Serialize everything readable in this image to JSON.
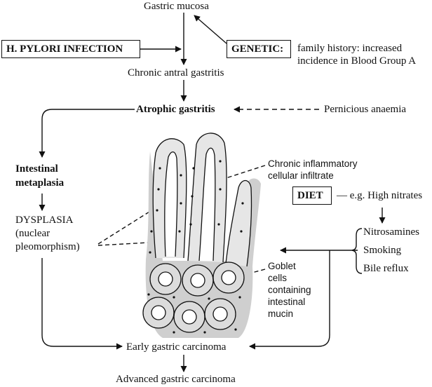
{
  "nodes": {
    "gastric_mucosa": "Gastric mucosa",
    "h_pylori": "H. PYLORI INFECTION",
    "genetic": "GENETIC:",
    "genetic_note_line1": "family history: increased",
    "genetic_note_line2": "incidence in Blood Group A",
    "chronic_antral": "Chronic antral gastritis",
    "atrophic": "Atrophic gastritis",
    "pernicious": "Pernicious anaemia",
    "intestinal_line1": "Intestinal",
    "intestinal_line2": "metaplasia",
    "dysplasia_line1": "DYSPLASIA",
    "dysplasia_line2": "(nuclear",
    "dysplasia_line3": "pleomorphism)",
    "chronic_infiltrate_line1": "Chronic inflammatory",
    "chronic_infiltrate_line2": "cellular infiltrate",
    "diet": "DIET",
    "diet_note": "— e.g. High nitrates",
    "nitrosamines": "Nitrosamines",
    "smoking": "Smoking",
    "bile_reflux": "Bile reflux",
    "goblet_line1": "Goblet",
    "goblet_line2": "cells",
    "goblet_line3": "containing",
    "goblet_line4": "intestinal",
    "goblet_line5": "mucin",
    "early_carcinoma": "Early gastric carcinoma",
    "advanced_carcinoma": "Advanced gastric carcinoma"
  },
  "illustration": "histology-sketch-of-intestinal-metaplasia"
}
